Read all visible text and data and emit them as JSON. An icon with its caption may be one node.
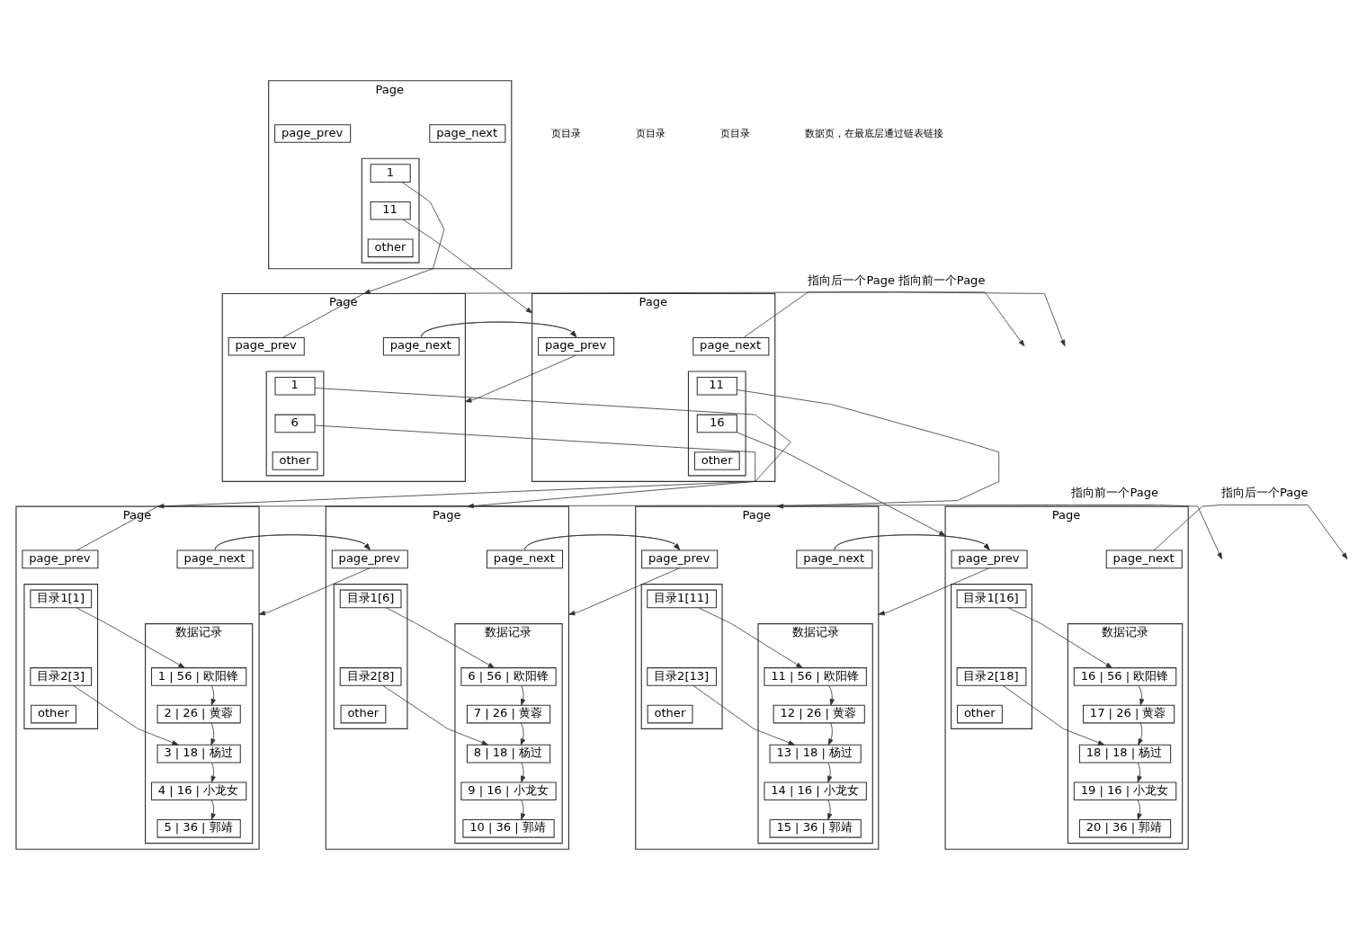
{
  "diagram": {
    "nodes": [
      {
        "text": [
          "Page"
        ]
      },
      {
        "text": [
          "page_prev"
        ],
        "in": 0
      },
      {
        "text": [
          "page_next"
        ],
        "in": 0
      },
      {
        "text": [],
        "shape": "box",
        "in": 0
      },
      {
        "text": [
          "1"
        ],
        "in": 3
      },
      {
        "text": [
          "11"
        ],
        "in": 3
      },
      {
        "text": [
          "other"
        ],
        "in": 3
      },
      {
        "text": [
          "Page"
        ]
      },
      {
        "text": [
          "page_prev"
        ],
        "in": 7
      },
      {
        "text": [
          "page_next"
        ],
        "in": 7
      },
      {
        "text": [],
        "shape": "box",
        "in": 7
      },
      {
        "text": [
          "1"
        ],
        "in": 10
      },
      {
        "text": [
          "6"
        ],
        "in": 10
      },
      {
        "text": [
          "other"
        ],
        "in": 10
      },
      {
        "text": [
          "Page"
        ]
      },
      {
        "text": [
          "page_prev"
        ],
        "in": 14
      },
      {
        "text": [
          "page_next"
        ],
        "in": 14
      },
      {
        "text": [],
        "shape": "box",
        "in": 14
      },
      {
        "text": [
          "11"
        ],
        "in": 17
      },
      {
        "text": [
          "16"
        ],
        "in": 17
      },
      {
        "text": [
          "other"
        ],
        "in": 17
      },
      {
        "text": [
          "Page"
        ]
      },
      {
        "text": [
          "page_prev"
        ],
        "in": 21
      },
      {
        "text": [
          "page_next"
        ],
        "in": 21
      },
      {
        "text": [],
        "shape": "box",
        "in": 21
      },
      {
        "text": [
          "目录1[1]"
        ],
        "in": 24
      },
      {
        "text": [
          "目录2[3]"
        ],
        "in": 24
      },
      {
        "text": [
          "other"
        ],
        "in": 24
      },
      {
        "text": [
          "数据记录"
        ],
        "in": 21
      },
      {
        "text": [
          "1 | 56 | 欧阳锋"
        ],
        "in": 28
      },
      {
        "text": [
          "2 | 26 | 黄蓉"
        ],
        "in": 28
      },
      {
        "text": [
          "3 | 18 | 杨过"
        ],
        "in": 28
      },
      {
        "text": [
          "4 | 16 | 小龙女"
        ],
        "in": 28
      },
      {
        "text": [
          "5 | 36 | 郭靖"
        ],
        "in": 28
      },
      {
        "text": [
          "Page"
        ]
      },
      {
        "text": [
          "page_prev"
        ],
        "in": 34
      },
      {
        "text": [
          "page_next"
        ],
        "in": 34
      },
      {
        "text": [],
        "shape": "box",
        "in": 34
      },
      {
        "text": [
          "目录1[6]"
        ],
        "in": 37
      },
      {
        "text": [
          "目录2[8]"
        ],
        "in": 37
      },
      {
        "text": [
          "other"
        ],
        "in": 37
      },
      {
        "text": [
          "数据记录"
        ],
        "in": 34
      },
      {
        "text": [
          "6 | 56 | 欧阳锋"
        ],
        "in": 41
      },
      {
        "text": [
          "7 | 26 | 黄蓉"
        ],
        "in": 41
      },
      {
        "text": [
          "8 | 18 | 杨过"
        ],
        "in": 41
      },
      {
        "text": [
          "9 | 16 | 小龙女"
        ],
        "in": 41
      },
      {
        "text": [
          "10 | 36 | 郭靖"
        ],
        "in": 41
      },
      {
        "text": [
          "Page"
        ]
      },
      {
        "text": [
          "page_prev"
        ],
        "in": 47
      },
      {
        "text": [
          "page_next"
        ],
        "in": 47
      },
      {
        "text": [],
        "shape": "box",
        "in": 47
      },
      {
        "text": [
          "目录1[11]"
        ],
        "in": 50
      },
      {
        "text": [
          "目录2[13]"
        ],
        "in": 50
      },
      {
        "text": [
          "other"
        ],
        "in": 50
      },
      {
        "text": [
          "数据记录"
        ],
        "in": 47
      },
      {
        "text": [
          "11 | 56 | 欧阳锋"
        ],
        "in": 54
      },
      {
        "text": [
          "12 | 26 | 黄蓉"
        ],
        "in": 54
      },
      {
        "text": [
          "13 | 18 | 杨过"
        ],
        "in": 54
      },
      {
        "text": [
          "14 | 16 | 小龙女"
        ],
        "in": 54
      },
      {
        "text": [
          "15 | 36 | 郭靖"
        ],
        "in": 54
      },
      {
        "text": [
          "Page"
        ]
      },
      {
        "text": [
          "page_prev"
        ],
        "in": 60
      },
      {
        "text": [
          "page_next"
        ],
        "in": 60
      },
      {
        "text": [],
        "shape": "box",
        "in": 60
      },
      {
        "text": [
          "目录1[16]"
        ],
        "in": 63
      },
      {
        "text": [
          "目录2[18]"
        ],
        "in": 63
      },
      {
        "text": [
          "other"
        ],
        "in": 63
      },
      {
        "text": [
          "数据记录"
        ],
        "in": 60
      },
      {
        "text": [
          "16 | 56 | 欧阳锋"
        ],
        "in": 67
      },
      {
        "text": [
          "17 | 26 | 黄蓉"
        ],
        "in": 67
      },
      {
        "text": [
          "18 | 18 | 杨过"
        ],
        "in": 67
      },
      {
        "text": [
          "19 | 16 | 小龙女"
        ],
        "in": 67
      },
      {
        "text": [
          "20 | 36 | 郭靖"
        ],
        "in": 67
      }
    ],
    "edges": [
      {
        "from": 4,
        "to": 7,
        "arrow": "to"
      },
      {
        "from": 5,
        "to": 14,
        "arrow": "to"
      },
      {
        "from": 8,
        "to": null,
        "arrow": "to",
        "label": "指向前一个Page"
      },
      {
        "from": 9,
        "to": 14,
        "arrow": "to"
      },
      {
        "from": 15,
        "to": 7,
        "arrow": "to"
      },
      {
        "from": 16,
        "to": null,
        "arrow": "to",
        "label": "指向后一个Page"
      },
      {
        "from": 11,
        "to": 21,
        "arrow": "to"
      },
      {
        "from": 12,
        "to": 34,
        "arrow": "to"
      },
      {
        "from": 18,
        "to": 47,
        "arrow": "to"
      },
      {
        "from": 19,
        "to": 60,
        "arrow": "to"
      },
      {
        "from": 22,
        "to": null,
        "arrow": "to",
        "label": "指向前一个Page"
      },
      {
        "from": 23,
        "to": 34,
        "arrow": "to"
      },
      {
        "from": 35,
        "to": 21,
        "arrow": "to"
      },
      {
        "from": 36,
        "to": 47,
        "arrow": "to"
      },
      {
        "from": 48,
        "to": 34,
        "arrow": "to"
      },
      {
        "from": 49,
        "to": 60,
        "arrow": "to"
      },
      {
        "from": 61,
        "to": 47,
        "arrow": "to"
      },
      {
        "from": 62,
        "to": null,
        "arrow": "to",
        "label": "指向后一个Page"
      },
      {
        "from": 25,
        "to": 29,
        "arrow": "to"
      },
      {
        "from": 26,
        "to": 31,
        "arrow": "to"
      },
      {
        "from": 29,
        "to": 30,
        "arrow": "to"
      },
      {
        "from": 30,
        "to": 31,
        "arrow": "to"
      },
      {
        "from": 31,
        "to": 32,
        "arrow": "to"
      },
      {
        "from": 32,
        "to": 33,
        "arrow": "to"
      },
      {
        "from": 38,
        "to": 42,
        "arrow": "to"
      },
      {
        "from": 39,
        "to": 44,
        "arrow": "to"
      },
      {
        "from": 42,
        "to": 43,
        "arrow": "to"
      },
      {
        "from": 43,
        "to": 44,
        "arrow": "to"
      },
      {
        "from": 44,
        "to": 45,
        "arrow": "to"
      },
      {
        "from": 45,
        "to": 46,
        "arrow": "to"
      },
      {
        "from": 51,
        "to": 55,
        "arrow": "to"
      },
      {
        "from": 52,
        "to": 57,
        "arrow": "to"
      },
      {
        "from": 55,
        "to": 56,
        "arrow": "to"
      },
      {
        "from": 56,
        "to": 57,
        "arrow": "to"
      },
      {
        "from": 57,
        "to": 58,
        "arrow": "to"
      },
      {
        "from": 58,
        "to": 59,
        "arrow": "to"
      },
      {
        "from": 64,
        "to": 68,
        "arrow": "to"
      },
      {
        "from": 65,
        "to": 70,
        "arrow": "to"
      },
      {
        "from": 68,
        "to": 69,
        "arrow": "to"
      },
      {
        "from": 69,
        "to": 70,
        "arrow": "to"
      },
      {
        "from": 70,
        "to": 71,
        "arrow": "to"
      },
      {
        "from": 71,
        "to": 72,
        "arrow": "to"
      }
    ],
    "labels": [
      "页目录",
      "页目录",
      "页目录",
      "数据页，在最底层通过链表链接"
    ]
  }
}
